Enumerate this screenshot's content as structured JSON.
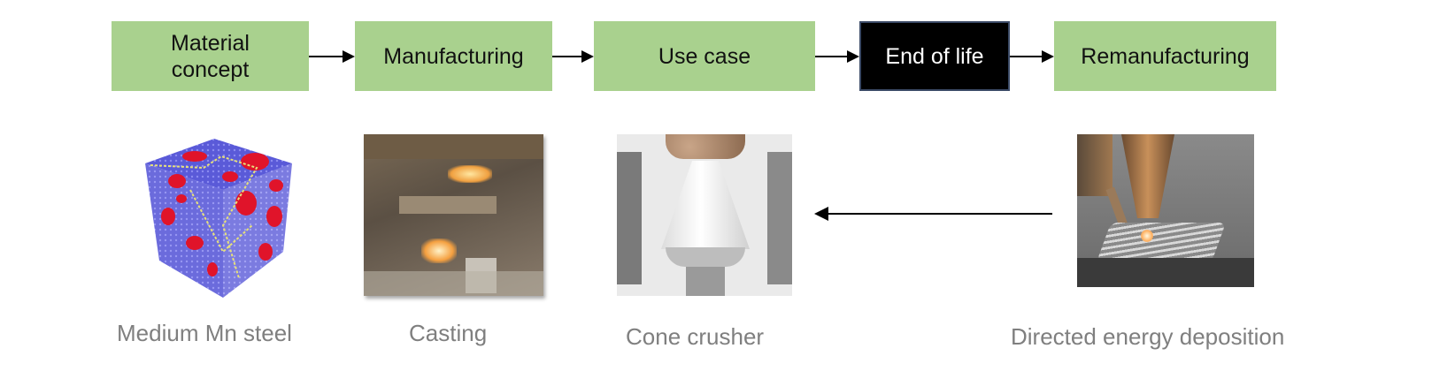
{
  "flow": {
    "stages": [
      {
        "label": "Material concept",
        "line1": "Material",
        "line2": "concept"
      },
      {
        "label": "Manufacturing"
      },
      {
        "label": "Use case"
      },
      {
        "label": "End of life",
        "highlighted": true
      },
      {
        "label": "Remanufacturing"
      }
    ],
    "colors": {
      "stage_fill": "#a9d18e",
      "highlight_fill": "#000000",
      "caption_text": "#7f7f7f"
    }
  },
  "illustrations": [
    {
      "caption": "Medium Mn steel",
      "image": "steel-microstructure-cube"
    },
    {
      "caption": "Casting",
      "image": "furnace-casting-photo"
    },
    {
      "caption": "Cone crusher",
      "image": "cone-crusher-cutaway"
    },
    {
      "caption": "Directed energy deposition",
      "image": "ded-nozzle-photo"
    }
  ]
}
